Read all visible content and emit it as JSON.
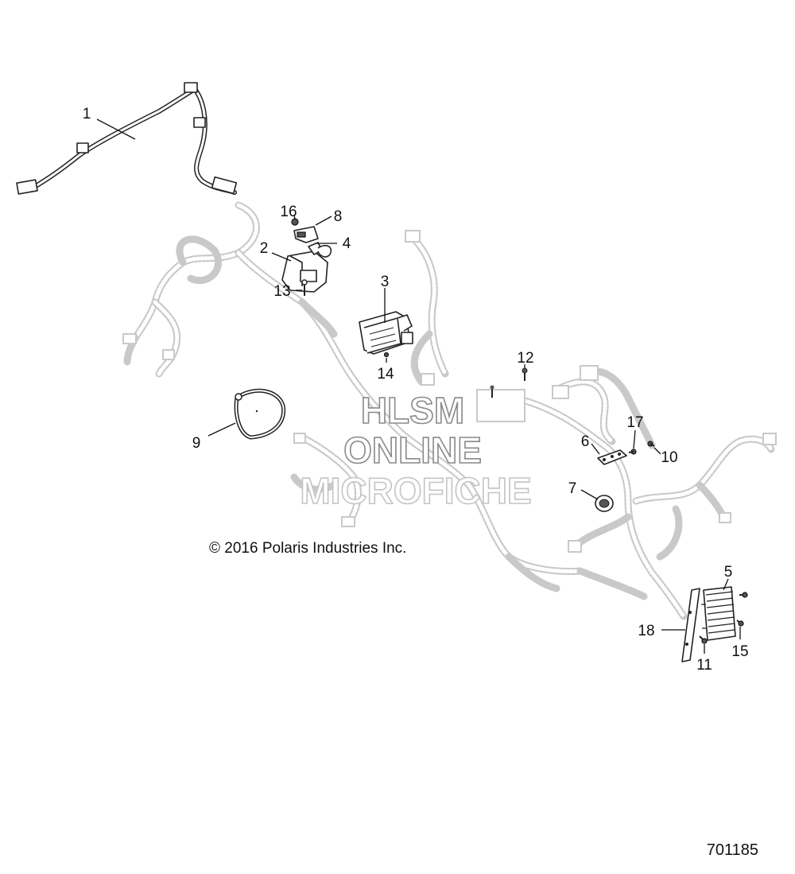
{
  "watermark": {
    "line1": "HLSM",
    "line2": "ONLINE",
    "line3": "MICROFICHE"
  },
  "copyright": "© 2016 Polaris Industries Inc.",
  "diagram_number": "701185",
  "callouts": [
    {
      "id": "c1",
      "label": "1"
    },
    {
      "id": "c2",
      "label": "2"
    },
    {
      "id": "c3",
      "label": "3"
    },
    {
      "id": "c4",
      "label": "4"
    },
    {
      "id": "c5",
      "label": "5"
    },
    {
      "id": "c6",
      "label": "6"
    },
    {
      "id": "c7",
      "label": "7"
    },
    {
      "id": "c8",
      "label": "8"
    },
    {
      "id": "c9",
      "label": "9"
    },
    {
      "id": "c10",
      "label": "10"
    },
    {
      "id": "c11",
      "label": "11"
    },
    {
      "id": "c12",
      "label": "12"
    },
    {
      "id": "c13",
      "label": "13"
    },
    {
      "id": "c14",
      "label": "14"
    },
    {
      "id": "c15",
      "label": "15"
    },
    {
      "id": "c16",
      "label": "16"
    },
    {
      "id": "c17",
      "label": "17"
    },
    {
      "id": "c18",
      "label": "18"
    }
  ],
  "colors": {
    "line_art": "#222222",
    "ghost_harness": "#c9c9c9",
    "watermark_outline": "#8a8a8a"
  }
}
